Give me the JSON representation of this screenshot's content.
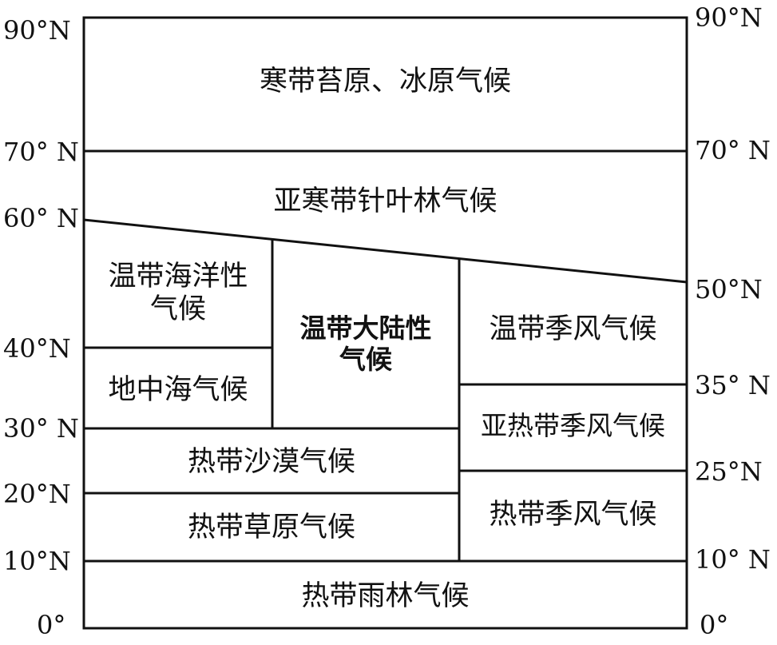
{
  "left_labels": {
    "lat90": "90°N",
    "lat70": "70° N",
    "lat60": "60° N",
    "lat40": "40°N",
    "lat30": "30° N",
    "lat20": "20°N",
    "lat10": "10°N",
    "lat0": "0°"
  },
  "right_labels": {
    "lat90": "90°N",
    "lat70": "70° N",
    "lat50": "50°N",
    "lat35": "35° N",
    "lat25": "25°N",
    "lat10": "10° N",
    "lat0": "0°"
  },
  "zones": {
    "polar": "寒带苔原、冰原气候",
    "subarctic": "亚寒带针叶林气候",
    "maritime_line1": "温带海洋性",
    "maritime_line2": "气候",
    "continental_line1": "温带大陆性",
    "continental_line2": "气候",
    "temperate_monsoon": "温带季风气候",
    "mediterranean": "地中海气候",
    "subtropical_monsoon": "亚热带季风气候",
    "tropical_desert": "热带沙漠气候",
    "tropical_savanna": "热带草原气候",
    "tropical_monsoon": "热带季风气候",
    "tropical_rainforest": "热带雨林气候"
  }
}
